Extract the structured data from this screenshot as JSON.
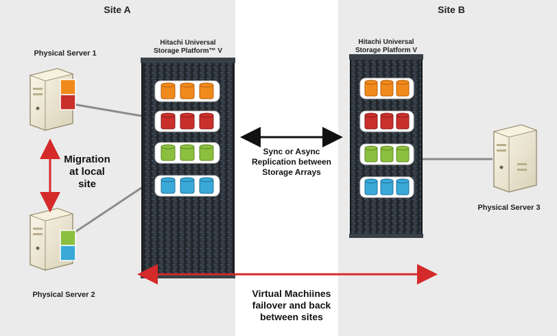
{
  "sites": {
    "a": {
      "title": "Site A"
    },
    "b": {
      "title": "Site B"
    }
  },
  "storage": {
    "a": {
      "line1": "Hitachi Universal",
      "line2": "Storage Platform™ V"
    },
    "b": {
      "line1": "Hitachi Universal",
      "line2": "Storage Platform V"
    }
  },
  "servers": {
    "s1": {
      "label": "Physical Server 1"
    },
    "s2": {
      "label": "Physical Server 2"
    },
    "s3": {
      "label": "Physical Server 3"
    }
  },
  "migration": {
    "line1": "Migration",
    "line2": "at local",
    "line3": "site"
  },
  "replication": {
    "line1": "Sync or Async",
    "line2": "Replication between",
    "line3": "Storage Arrays"
  },
  "failover": {
    "line1": "Virtual Machiines",
    "line2": "failover and back",
    "line3": "between sites"
  },
  "colors": {
    "orange": "#f08a1c",
    "red": "#c9302c",
    "green": "#8cbf3f",
    "blue": "#3aa9d8",
    "arrow_red": "#d42a2a",
    "rack": "#2c3138"
  }
}
